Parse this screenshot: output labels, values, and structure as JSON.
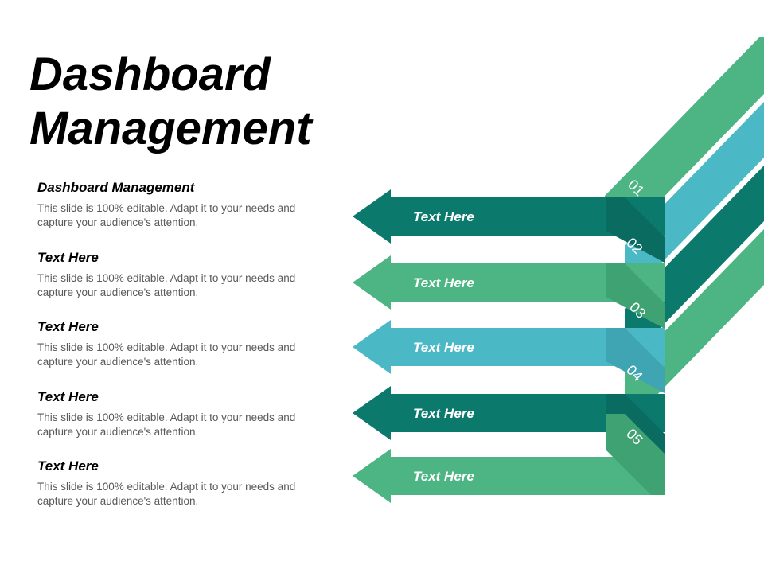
{
  "title": {
    "line1": "Dashboard",
    "line2": "Management"
  },
  "items": [
    {
      "heading": "Dashboard Management",
      "body": "This slide is 100% editable. Adapt it to your needs and capture your audience's attention."
    },
    {
      "heading": "Text Here",
      "body": "This slide is 100% editable. Adapt it to your needs and capture your audience's attention."
    },
    {
      "heading": "Text Here",
      "body": "This slide is 100% editable. Adapt it to your needs and capture your audience's attention."
    },
    {
      "heading": "Text Here",
      "body": "This slide is 100% editable. Adapt it to your needs and capture your audience's attention."
    },
    {
      "heading": "Text Here",
      "body": "This slide is 100% editable. Adapt it to your needs and capture your audience's attention."
    }
  ],
  "arrows": [
    {
      "label": "Text Here",
      "number": "01",
      "color": "#0b7a6d"
    },
    {
      "label": "Text Here",
      "number": "02",
      "color": "#4db583"
    },
    {
      "label": "Text Here",
      "number": "03",
      "color": "#4bb8c6"
    },
    {
      "label": "Text Here",
      "number": "04",
      "color": "#0b7a6d"
    },
    {
      "label": "Text Here",
      "number": "05",
      "color": "#4db583"
    }
  ]
}
